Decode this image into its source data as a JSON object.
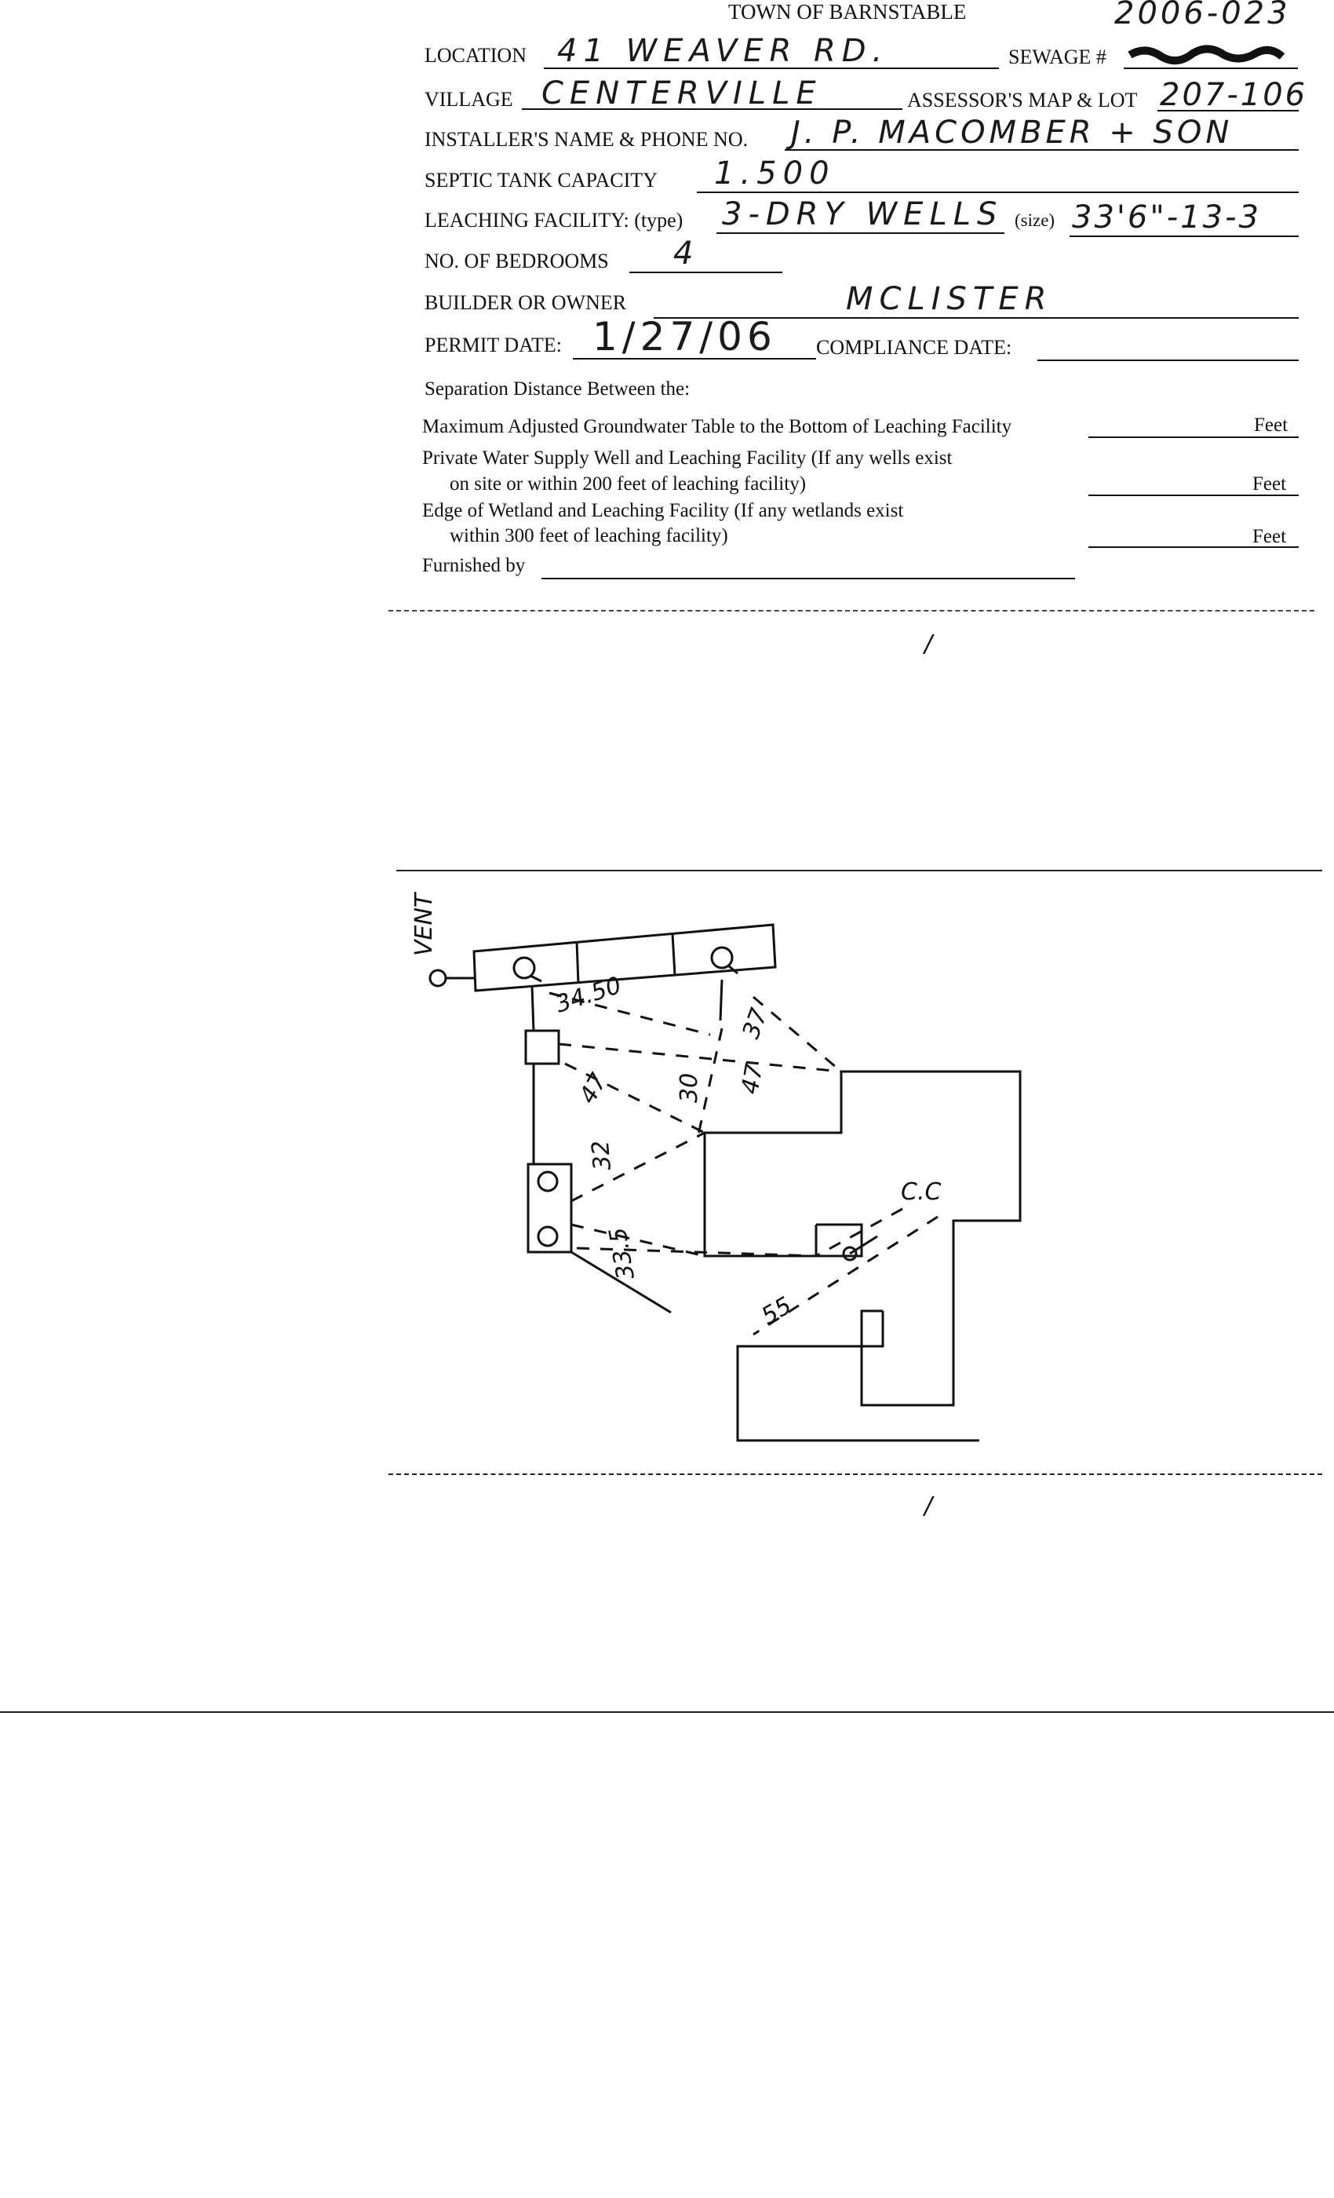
{
  "header": {
    "town": "TOWN OF BARNSTABLE",
    "permit_no": "2006-023"
  },
  "fields": {
    "location_label": "LOCATION",
    "location_value": "41 WEAVER RD.",
    "sewage_label": "SEWAGE #",
    "village_label": "VILLAGE",
    "village_value": "CENTERVILLE",
    "assessor_label": "ASSESSOR'S MAP & LOT",
    "assessor_value": "207-106",
    "installer_label": "INSTALLER'S NAME & PHONE NO.",
    "installer_value": "J. P. MACOMBER + SON",
    "septic_label": "SEPTIC TANK CAPACITY",
    "septic_value": "1.500",
    "leaching_label": "LEACHING FACILITY: (type)",
    "leaching_type_value": "3-DRY WELLS",
    "size_label": "(size)",
    "size_value": "33'6\"-13-3",
    "bedrooms_label": "NO. OF BEDROOMS",
    "bedrooms_value": "4",
    "builder_label": "BUILDER OR OWNER",
    "builder_value": "MCLISTER",
    "permit_date_label": "PERMIT DATE:",
    "permit_date_value": "1/27/06",
    "compliance_label": "COMPLIANCE DATE:"
  },
  "separation": {
    "heading": "Separation Distance Between the:",
    "row1": "Maximum Adjusted Groundwater Table to the Bottom of Leaching Facility",
    "row2a": "Private Water Supply Well and Leaching Facility  (If any wells exist",
    "row2b": "on site or within 200 feet of leaching facility)",
    "row3a": "Edge of Wetland and Leaching Facility (If any wetlands exist",
    "row3b": "within 300 feet of leaching facility)",
    "unit": "Feet",
    "furnished_label": "Furnished by"
  },
  "sketch": {
    "vent": "VENT",
    "cc": "C.C",
    "d1": "34.50",
    "d2": "37",
    "d3": "47",
    "d4": "47",
    "d5": "30",
    "d6": "32",
    "d7": "33.5",
    "d8": "55"
  }
}
